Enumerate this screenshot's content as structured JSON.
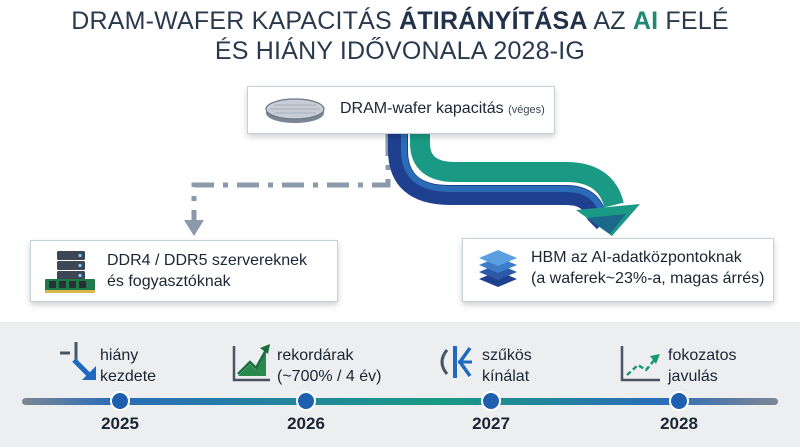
{
  "title": {
    "line1_a": "DRAM-WAFER KAPACITÁS ",
    "line1_b": "ÁTIRÁNYÍTÁSA",
    "line1_c": " AZ ",
    "line1_ai": "AI",
    "line1_d": " FELÉ",
    "line2": "ÉS HIÁNY IDŐVONALA 2028-IG"
  },
  "top_box": {
    "label": "DRAM-wafer kapacitás",
    "note": "(véges)"
  },
  "left_box": {
    "line1": "DDR4 / DDR5 szervereknek",
    "line2": "és fogyasztóknak"
  },
  "right_box": {
    "line1": "HBM az AI-adatközpontoknak",
    "line2": "(a waferek~23%-a, magas árrés)"
  },
  "timeline": {
    "milestones": [
      {
        "line1": "hiány",
        "line2": "kezdete",
        "icon": "shortage-arrow-icon"
      },
      {
        "line1": "rekordárak",
        "line2": "(~700% / 4 év)",
        "icon": "rising-chart-icon"
      },
      {
        "line1": "szűkös",
        "line2": "kínálat",
        "icon": "narrowing-supply-icon"
      },
      {
        "line1": "fokozatos",
        "line2": "javulás",
        "icon": "improving-chart-icon"
      }
    ],
    "years": [
      "2025",
      "2026",
      "2027",
      "2028"
    ]
  },
  "colors": {
    "navy": "#1f3f8f",
    "blue": "#2b6cb8",
    "teal": "#1a9a84",
    "green": "#159a72",
    "gray_dash": "#8a9aab"
  }
}
